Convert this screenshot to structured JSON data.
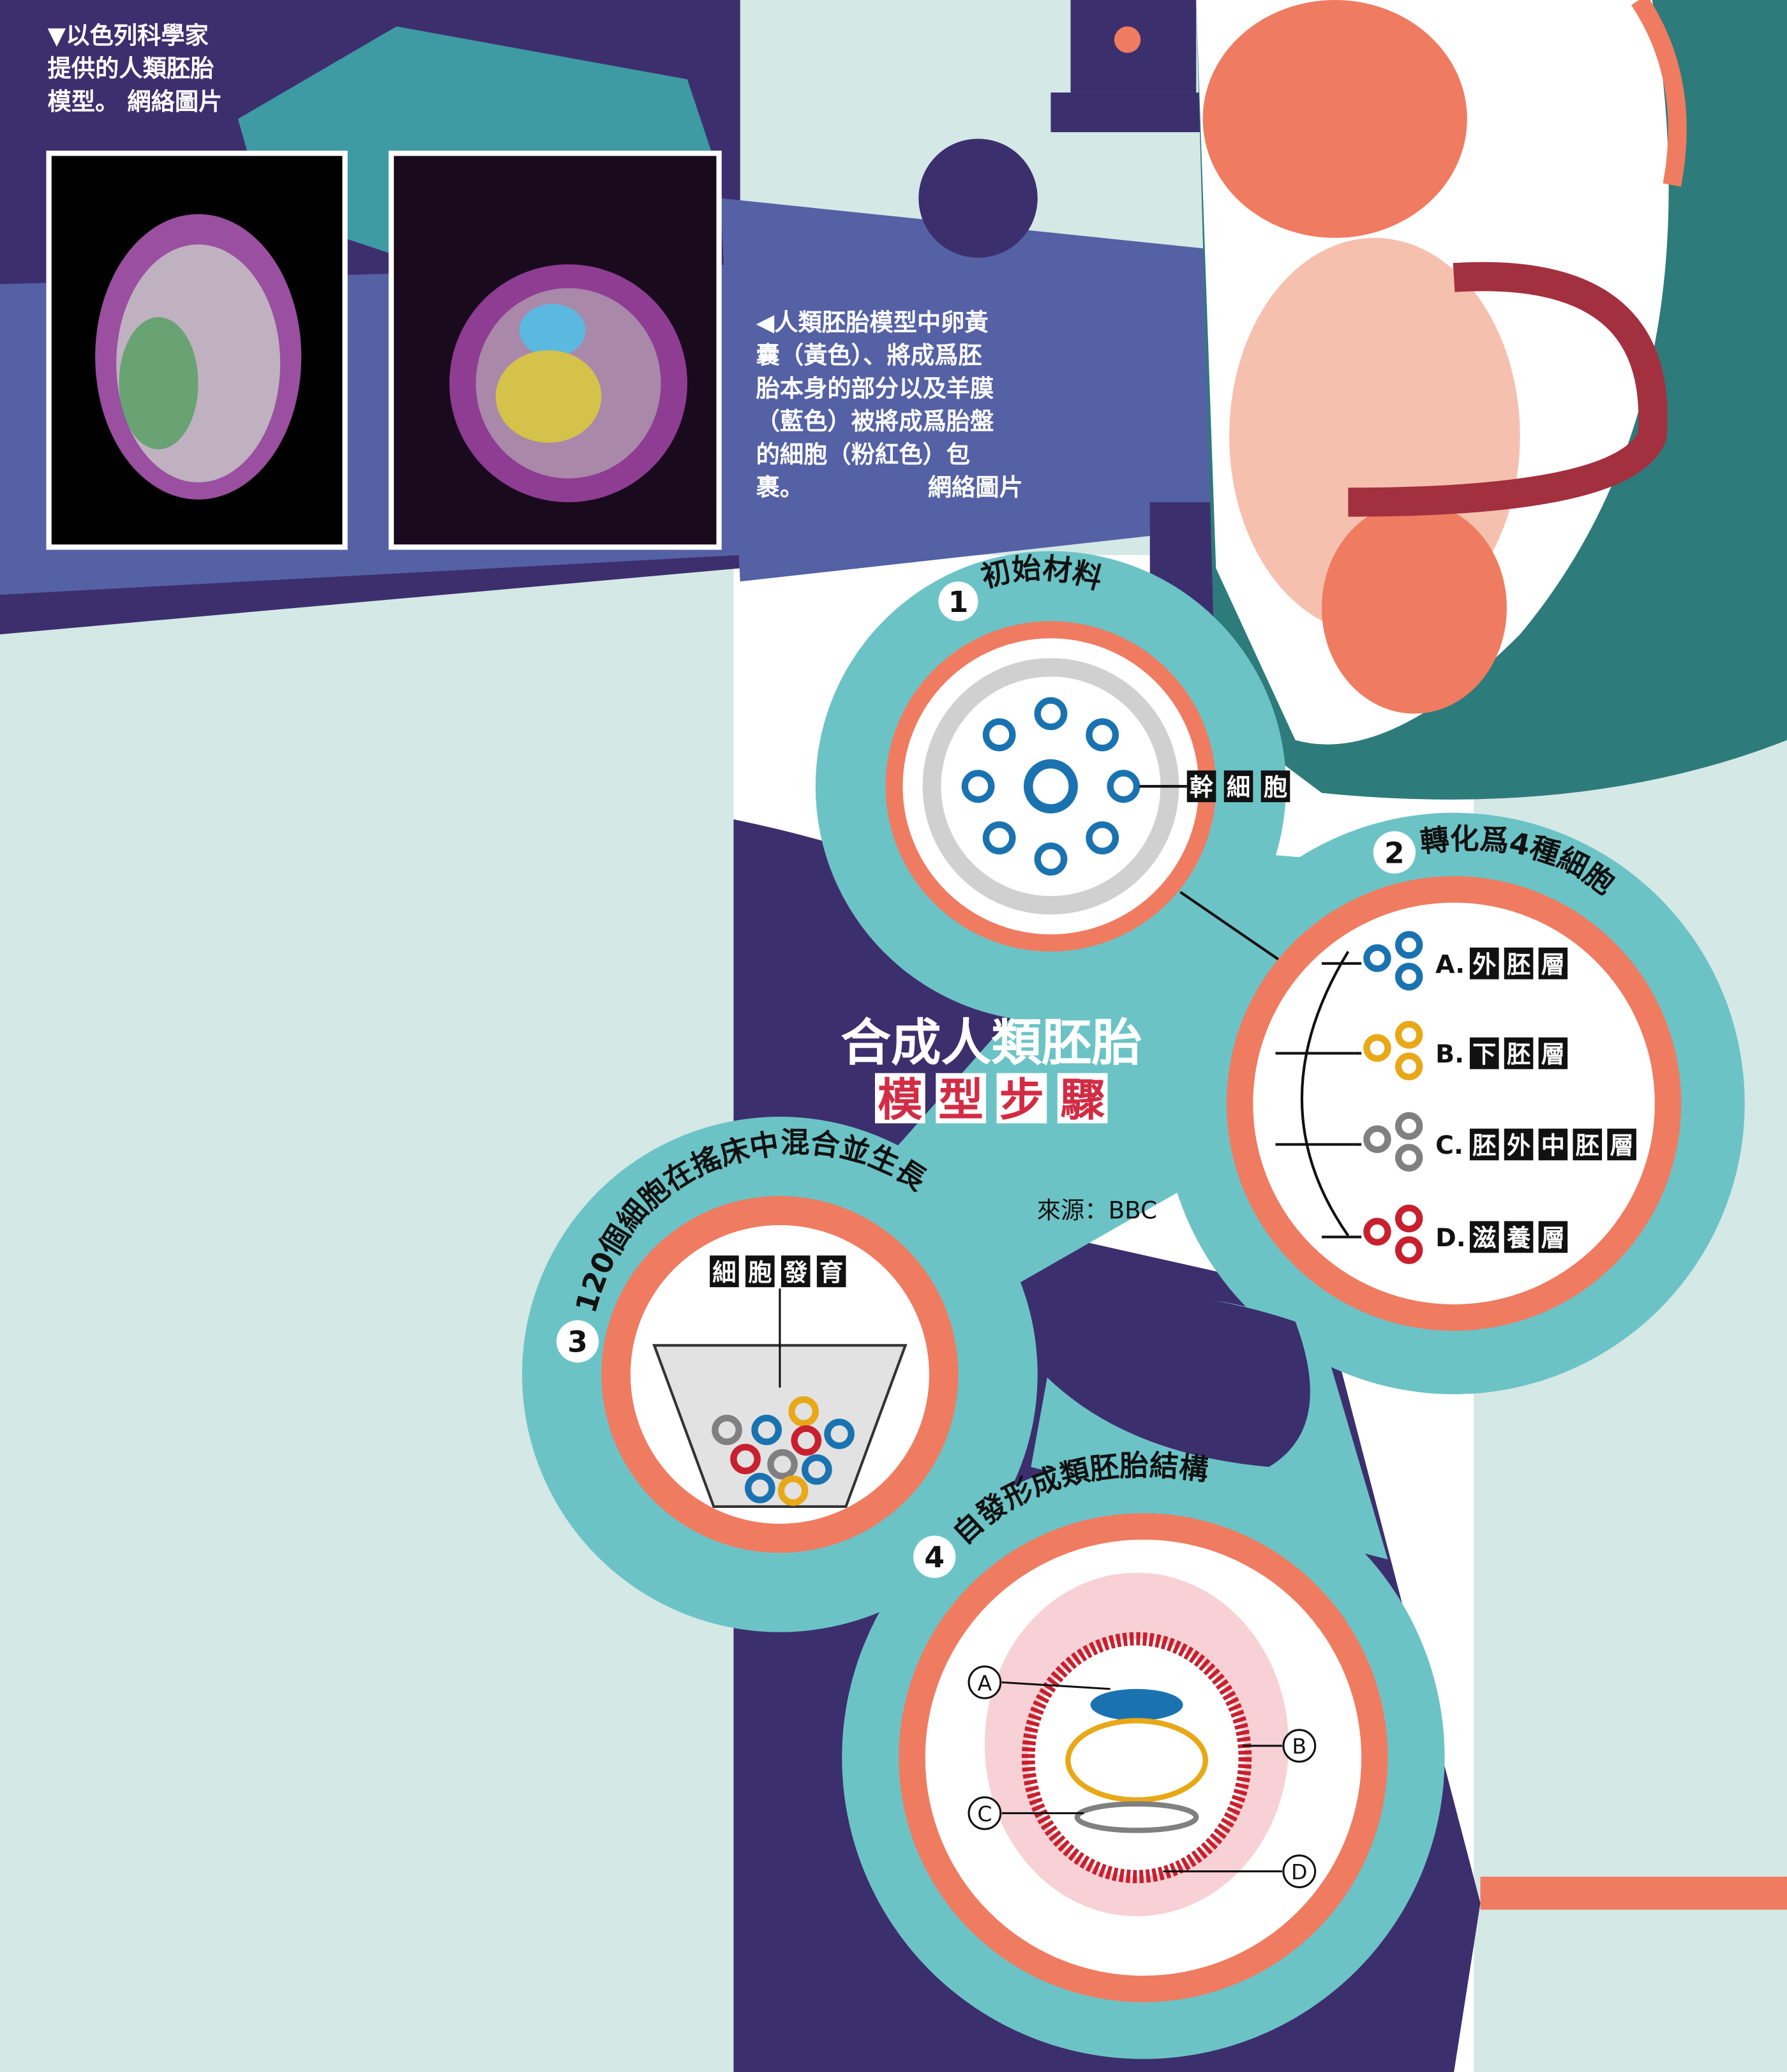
{
  "photo_caption": {
    "lines": [
      "▼以色列科學家",
      "提供的人類胚胎",
      "模型。 網絡圖片"
    ]
  },
  "embryo_caption": {
    "lines": [
      "◀人類胚胎模型中卵黃",
      "囊（黃色）、將成爲胚",
      "胎本身的部分以及羊膜",
      "（藍色）被將成爲胎盤",
      "的細胞（粉紅色）包",
      "裹。"
    ],
    "credit": "網絡圖片"
  },
  "title": {
    "line1": "合成人類胚胎",
    "line2": [
      "模",
      "型",
      "步",
      "驟"
    ]
  },
  "source": "來源：BBC",
  "steps": [
    {
      "number": "1",
      "title": "初始材料",
      "label": [
        "幹",
        "細",
        "胞"
      ]
    },
    {
      "number": "2",
      "title": "轉化爲4種細胞",
      "cells": [
        {
          "letter": "A.",
          "name": [
            "外",
            "胚",
            "層"
          ],
          "color": "#1a73b0"
        },
        {
          "letter": "B.",
          "name": [
            "下",
            "胚",
            "層"
          ],
          "color": "#e8a818"
        },
        {
          "letter": "C.",
          "name": [
            "胚",
            "外",
            "中",
            "胚",
            "層"
          ],
          "color": "#808080"
        },
        {
          "letter": "D.",
          "name": [
            "滋",
            "養",
            "層"
          ],
          "color": "#c8202e"
        }
      ]
    },
    {
      "number": "3",
      "title": "120個細胞在搖床中混合並生長",
      "label": [
        "細",
        "胞",
        "發",
        "育"
      ]
    },
    {
      "number": "4",
      "title": "自發形成類胚胎結構",
      "markers": [
        "A",
        "B",
        "C",
        "D"
      ]
    }
  ],
  "colors": {
    "teal": "#6cc3c6",
    "orange": "#ef7b61",
    "purple": "#3c2f6d",
    "blue_band": "#5561a5",
    "dark_teal": "#2e7b7c",
    "red_title": "#d22c45"
  }
}
